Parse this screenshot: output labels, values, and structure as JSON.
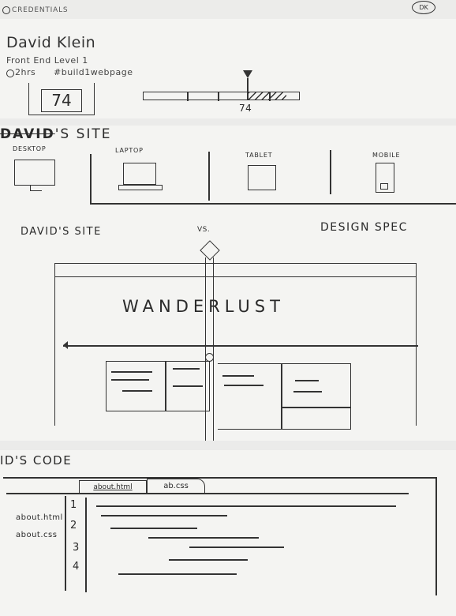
{
  "header": {
    "app_label": "CREDENTIALS",
    "avatar_initials": "DK"
  },
  "profile": {
    "name": "David Klein",
    "subtitle": "Front End Level 1",
    "duration": "2hrs",
    "project": "#build1webpage",
    "score": "74"
  },
  "score_slider": {
    "value_label": "74"
  },
  "site_section": {
    "title_prefix": "DAVID",
    "title_suffix": "'S SITE",
    "devices": [
      {
        "label": "DESKTOP",
        "icon": "desktop-icon"
      },
      {
        "label": "LAPTOP",
        "icon": "laptop-icon"
      },
      {
        "label": "TABLET",
        "icon": "tablet-icon"
      },
      {
        "label": "MOBILE",
        "icon": "mobile-icon"
      }
    ]
  },
  "compare": {
    "left_label": "DAVID'S SITE",
    "vs_label": "VS.",
    "right_label": "DESIGN SPEC",
    "preview_title": "WANDERLUST"
  },
  "code_section": {
    "title": "ID'S CODE",
    "tabs": [
      "about.html",
      "ab.css"
    ],
    "files": [
      "about.html",
      "about.css"
    ],
    "line_numbers": [
      "1",
      "2",
      "3",
      "4"
    ]
  }
}
